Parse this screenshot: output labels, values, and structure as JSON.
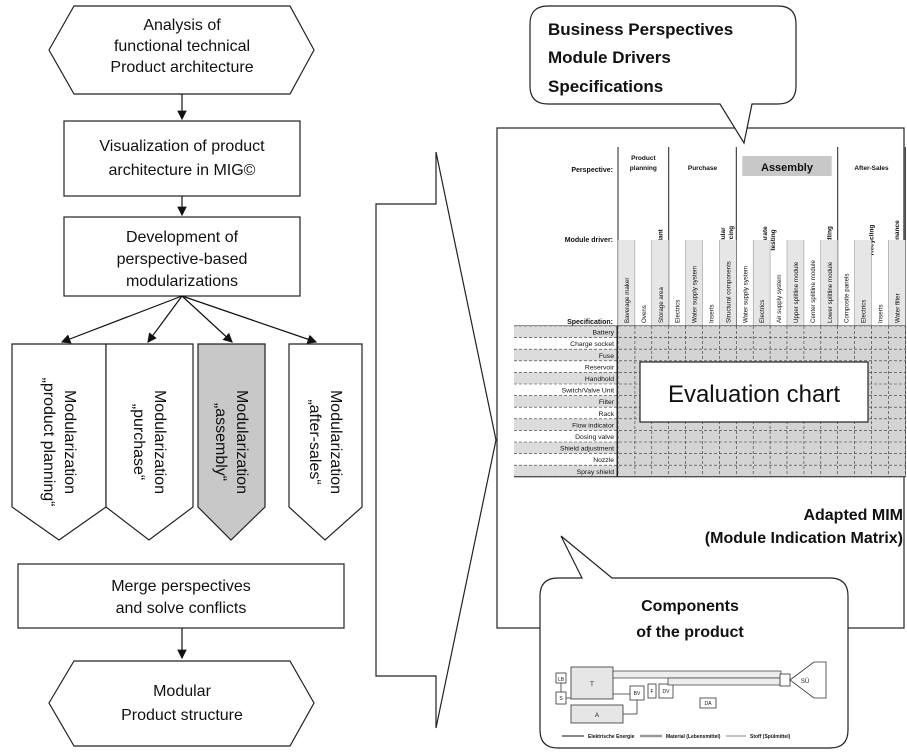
{
  "flow": {
    "analysis": [
      "Analysis of",
      "functional technical",
      "Product architecture"
    ],
    "visualization": [
      "Visualization of product",
      "architecture in MIG©"
    ],
    "development": [
      "Development of",
      "perspective-based",
      "modularizations"
    ],
    "mod_product_planning": [
      "Modularization",
      "„product planning“"
    ],
    "mod_purchase": [
      "Modularization",
      "„purchase“"
    ],
    "mod_assembly": [
      "Modularization",
      "„assembly“"
    ],
    "mod_after_sales": [
      "Modularization",
      "„after-sales“"
    ],
    "merge": [
      "Merge perspectives",
      "and solve conflicts"
    ],
    "modular": [
      "Modular",
      "Product structure"
    ]
  },
  "callout_top": [
    "Business Perspectives",
    "Module Drivers",
    "Specifications"
  ],
  "callout_bottom": [
    "Components",
    "of the product"
  ],
  "mim": {
    "caption": [
      "Adapted MIM",
      "(Module Indication Matrix)"
    ],
    "overlay": "Evaluation chart",
    "row_label_perspective": "Perspective:",
    "row_label_module_driver": "Module driver:",
    "row_label_specification": "Specification:",
    "perspectives": [
      {
        "label": [
          "Product",
          "planning"
        ]
      },
      {
        "label": [
          "Purchase"
        ]
      },
      {
        "label": [
          "Assembly"
        ]
      },
      {
        "label": [
          "After-Sales"
        ]
      }
    ],
    "drivers": [
      "Variant",
      "Modular Sourcing",
      "Separate testing",
      "Handling",
      "Recycling",
      "Maintenance"
    ],
    "columns": [
      "Baverage maker",
      "Ovens",
      "Storage area",
      "Electrics",
      "Water supply system",
      "Inserts",
      "Structural components",
      "Water supply system",
      "Electrics",
      "Air supply system",
      "Upper splitline module",
      "Center splitline module",
      "Lower splitline module",
      "Composite panels",
      "Electrics",
      "Inserts",
      "Water filter"
    ],
    "rows": [
      "Battery",
      "Charge socket",
      "Fuse",
      "Reservoir",
      "Handhold",
      "Switch/Valve Unit",
      "Filter",
      "Rack",
      "Flow indicator",
      "Dosing valve",
      "Shield adjustment",
      "Nozzle",
      "Spray shield"
    ]
  },
  "schematic": {
    "labels": [
      "LB",
      "T",
      "A",
      "S",
      "BV",
      "F",
      "DV",
      "DA",
      "SÜ"
    ],
    "legend": [
      "Elektrische Energie",
      "Material (Lebensmittel)",
      "Stoff (Spülmittel)"
    ]
  },
  "colors": {
    "assembly_highlight": "#c8c8c8",
    "matrix_grid": "#d4d4d4",
    "stripe": "#dcdcdc"
  }
}
